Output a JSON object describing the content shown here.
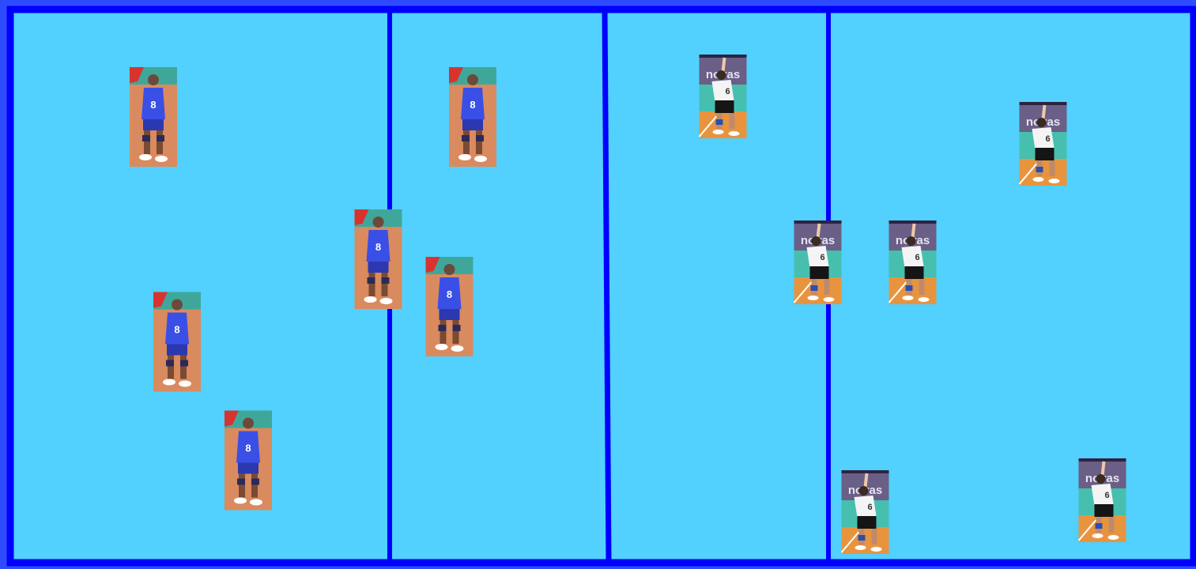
{
  "court": {
    "surface_color": "#52d0fe",
    "line_color": "#0000ff",
    "frame_color": "#2f4bff"
  },
  "teams": {
    "blue": {
      "jersey_color": "#3a4fe6",
      "jersey_number": "8",
      "background_color": "#d98a5e",
      "icon": "player-blue-jersey-icon"
    },
    "white": {
      "jersey_color": "#f4f4f4",
      "jersey_number": "6",
      "sponsor_text": "novas",
      "background_color": "#e8943e",
      "icon": "player-white-jersey-icon"
    }
  }
}
